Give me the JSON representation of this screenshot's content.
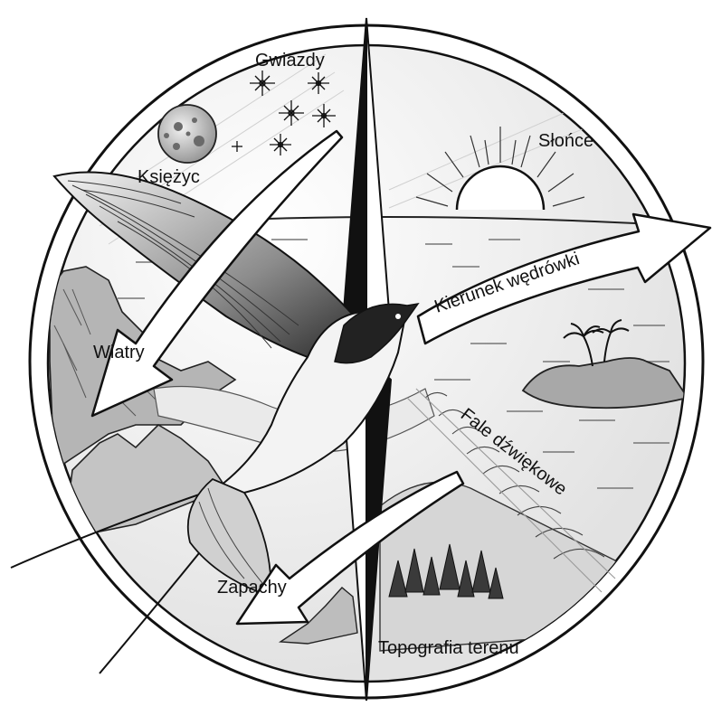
{
  "labels": {
    "stars": "Gwiazdy",
    "moon": "Księżyc",
    "sun": "Słońce",
    "migration_direction": "Kierunek wędrówki",
    "winds": "Wiatry",
    "sound_waves": "Fale dźwiękowe",
    "smells": "Zapachy",
    "terrain_topography": "Topografia terenu"
  },
  "colors": {
    "ink": "#111111",
    "paper": "#ffffff",
    "pencil_light": "#cfcfcf",
    "pencil_mid": "#9a9a9a",
    "pencil_dark": "#555555"
  }
}
